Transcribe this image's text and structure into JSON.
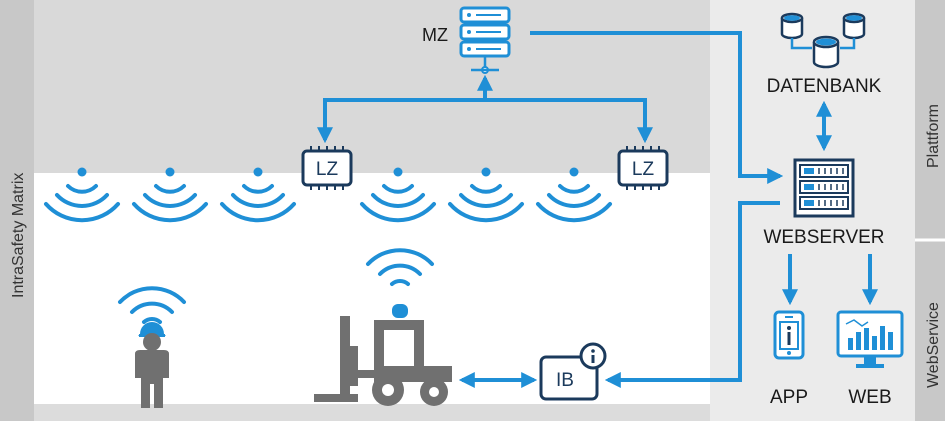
{
  "side_labels": {
    "left": "IntraSafety Matrix",
    "platform": "Plattform",
    "webservice": "WebService"
  },
  "nodes": {
    "mz": "MZ",
    "lz_left": "LZ",
    "lz_right": "LZ",
    "datenbank": "DATENBANK",
    "webserver": "WEBSERVER",
    "ib": "IB",
    "app": "APP",
    "web": "WEB"
  },
  "icons": {
    "server": "server-rack-icon",
    "database": "database-cluster-icon",
    "chip": "chip-icon",
    "worker": "worker-helmet-icon",
    "forklift": "forklift-icon",
    "phone": "phone-info-icon",
    "monitor": "monitor-chart-icon",
    "info": "info-icon",
    "wifi": "wifi-signal-icon"
  },
  "colors": {
    "accent": "#1f8fd6",
    "dark": "#1b3a5c",
    "gray_figure": "#707070",
    "band_gray": "#d8d8d8",
    "band_light": "#eaeaea",
    "side_gray": "#c8c8c8"
  }
}
